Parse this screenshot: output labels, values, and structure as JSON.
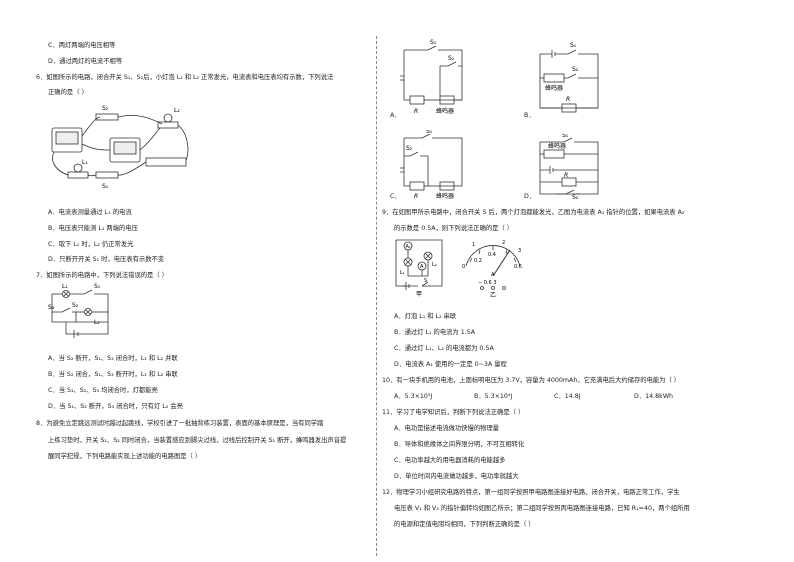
{
  "left": {
    "q5_tail": {
      "c": "C．两灯两端的电压相等",
      "d": "D．通过两灯的电流不相等"
    },
    "q6": {
      "stem_1": "6．如图所示的电路，闭合开关 S₁、S₂后，小灯泡 L₁ 和 L₂ 正常发光，电流表和电压表均有示数，下列说法",
      "stem_2": "正确的是（      ）",
      "fig_labels": {
        "s2": "S₂",
        "s1": "S₁",
        "l1": "L₁",
        "l2": "L₂"
      },
      "a": "A．电流表测量通过 L₁ 的电流",
      "b": "B．电压表只能测 L₁ 两端的电压",
      "c": "C．取下 L₁ 时，L₂ 仍正常发光",
      "d": "D．只断开开关 S₁ 时，电压表有示数不变"
    },
    "q7": {
      "stem": "7．如图所示的电路中，下列说法错误的是（      ）",
      "fig_labels": {
        "l1": "L₁",
        "s1": "S₁",
        "s2": "S₂",
        "s3": "S₃",
        "l2": "L₂"
      },
      "a": "A．当 S₂ 断开，S₁、S₃ 闭合时，L₁ 和 L₂ 并联",
      "b": "B．当 S₂ 闭合，S₁、S₃ 断开时，L₁ 和 L₂ 串联",
      "c": "C．当 S₁、S₂、S₃ 均闭合时，灯都能亮",
      "d": "D．当 S₁、S₂ 断开，S₃ 闭合时，只有灯 L₂ 会亮"
    },
    "q8": {
      "l1": "8．为避免立定跳远测试时越过起跳线，学校引进了一批抽背练习装置，表面的基本原理是，当有同学踏",
      "l2": "上练习垫时，开关 S₁、S₂ 同时闭合，当装置感应到脚尖过线，过线后控制开关 S₂ 断开，蜂鸣器发出声音提",
      "l3": "醒同学犯规，下列电路能实现上述功能的电路图是（      ）"
    }
  },
  "right": {
    "q8_options": {
      "a": "A．",
      "b": "B．",
      "c": "C．",
      "d": "D．",
      "s1": "S₁",
      "s2": "S₂",
      "r": "R",
      "buzzer": "蜂鸣器"
    },
    "q9": {
      "l1": "9．在如图甲所示电路中，闭合开关 S 后，两个灯泡都能发光，乙图为电流表 A₁ 指针的位置，如果电流表 A₂",
      "l2": "的示数是 0.5A，则下列说法正确的是（      ）",
      "fig_labels": {
        "a1": "A₁",
        "a2": "A",
        "l1": "L₁",
        "l2": "L₂",
        "s": "S",
        "jia": "甲",
        "yi": "乙",
        "meter_a": "A",
        "terminals": "−  0.6   3"
      },
      "meter_ticks": [
        "0",
        "0.2",
        "0.4",
        "0.6",
        "1",
        "2",
        "3"
      ],
      "a": "A．灯泡 L₁ 和 L₂ 串联",
      "b": "B．通过灯 L₁ 的电流为 1.5A",
      "c": "C．通过灯 L₁、L₂ 的电流都为 0.5A",
      "d": "D．电流表 A₁ 使用的一定是 0~3A 量程"
    },
    "q10": {
      "stem": "10．有一块手机用的电池，上面标明电压为 3.7V，容量为 4000mAh，它充满电后大约储存的电能为（      ）",
      "a": "A．5.3×10³J",
      "b": "B．5.3×10⁴J",
      "c": "C．14.8J",
      "d": "D．14.8kWh"
    },
    "q11": {
      "stem": "11．学习了电学知识后，判断下列说法正确是（      ）",
      "a": "A．电功是描述电流做功快慢的物理量",
      "b": "B．导体和绝缘体之间界限分明，不可互相转化",
      "c": "C．电功率越大的用电器消耗的电能越多",
      "d": "D．单位时间内电流做功越多，电功率就越大"
    },
    "q12": {
      "l1": "12．物理学习小组研究电路的特点，第一组同学按照甲电路图连接好电路，闭合开关，电路正常工作，学生",
      "l2": "电压表 V₁ 和 V₂ 的指针偏转均如图乙所示；第二组同学按照丙电路图连接电路，已知 R₁=40，两个组所用",
      "l3": "的电源和定值电阻均相同，下列判断正确的是（      ）"
    }
  }
}
